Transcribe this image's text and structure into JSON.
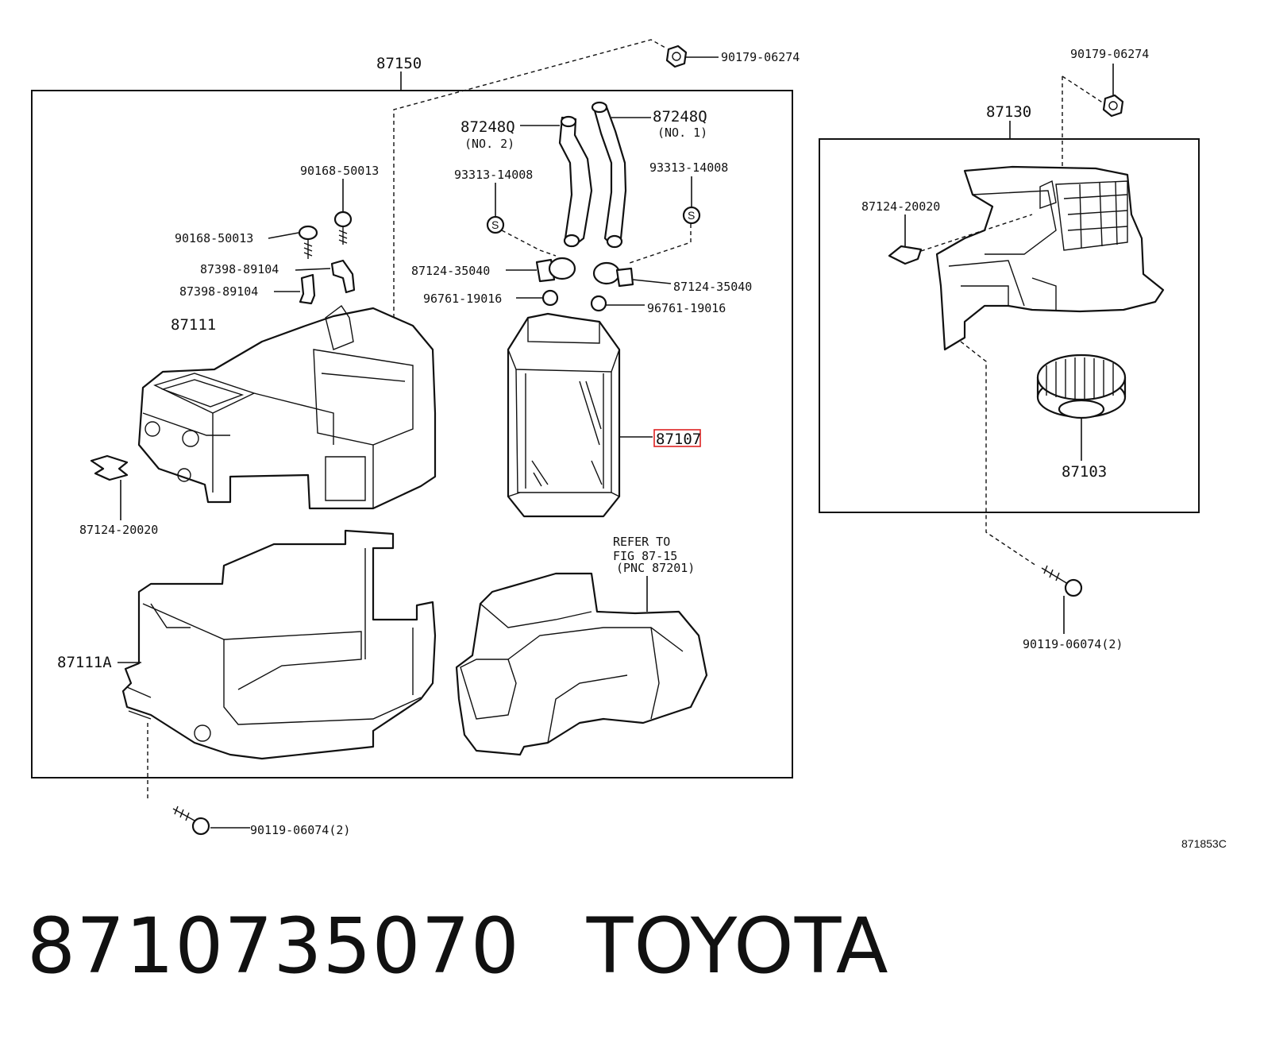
{
  "labels": {
    "assembly_left": "87150",
    "assembly_right": "87130",
    "case_upper": "87111",
    "case_lower": "87111A",
    "heater_core": "87107",
    "blower_motor": "87103",
    "hose_no2_pn": "87248Q",
    "hose_no2_sub": "(NO. 2)",
    "hose_no1_pn": "87248Q",
    "hose_no1_sub": "(NO. 1)",
    "nut_top": "90179-06274",
    "nut_right": "90179-06274",
    "screw_a": "90168-50013",
    "screw_b": "90168-50013",
    "clamp_a": "87398-89104",
    "clamp_b": "87398-89104",
    "clip_left": "93313-14008",
    "clip_right": "93313-14008",
    "bracket_left": "87124-35040",
    "bracket_right": "87124-35040",
    "oring_left": "96761-19016",
    "oring_right": "96761-19016",
    "clip_case": "87124-20020",
    "clip_blower": "87124-20020",
    "bolt_right": "90119-06074(2)",
    "bolt_bottom": "90119-06074(2)",
    "refer_1": "REFER TO",
    "refer_2": "FIG  87-15",
    "refer_3": "(PNC 87201)",
    "figure_code": "871853C"
  },
  "footer": {
    "part_number": "8710735070",
    "brand": "TOYOTA"
  }
}
